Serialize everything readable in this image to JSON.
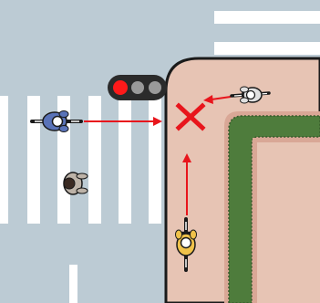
{
  "scene": {
    "type": "traffic-rule-illustration",
    "colors": {
      "road": "#bccbd4",
      "road_marking": "#ffffff",
      "sidewalk": "#e7c4b4",
      "sidewalk_border": "#1a1a1a",
      "curb_inner": "#d9a796",
      "hedge": "#4e7c3c",
      "hedge_dark": "#35582a",
      "arrow": "#e8151c",
      "prohibited_mark": "#e8151c",
      "signal_housing": "#2b2b2b",
      "signal_red": "#ff1a1a",
      "signal_off": "#9a9a9a"
    },
    "traffic_signal": {
      "active_light": "red",
      "lights": [
        "red",
        "off",
        "off"
      ]
    },
    "conflict_point": {
      "icon": "x-mark-icon",
      "meaning": "prohibited"
    },
    "cyclists": [
      {
        "id": "cyclist-left",
        "heading": "east",
        "jacket_color": "#5a73b8"
      },
      {
        "id": "cyclist-bottom",
        "heading": "north",
        "jacket_color": "#f0c24a"
      },
      {
        "id": "cyclist-right",
        "heading": "west",
        "jacket_color": "#e0e0e0"
      }
    ],
    "pedestrians": [
      {
        "id": "pedestrian-crosswalk",
        "heading": "east",
        "shirt_color": "#bdb3a8"
      }
    ]
  }
}
